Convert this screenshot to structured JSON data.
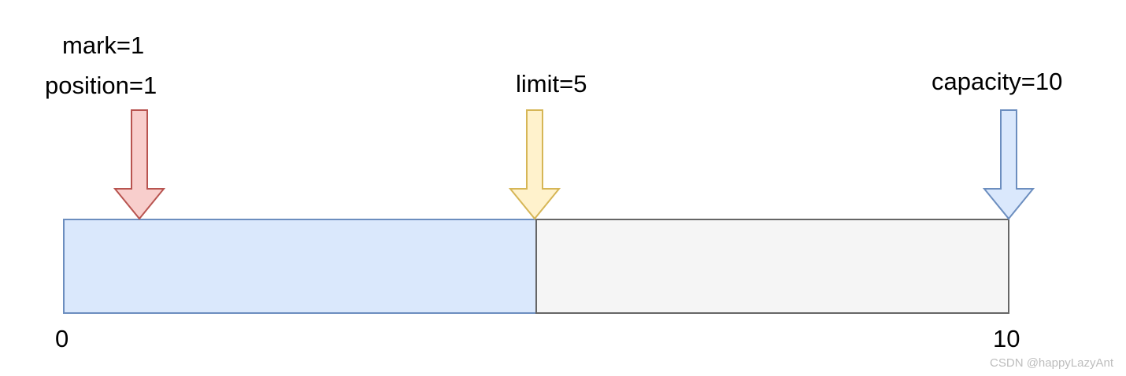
{
  "labels": {
    "mark": "mark=1",
    "position": "position=1",
    "limit": "limit=5",
    "capacity": "capacity=10",
    "start": "0",
    "end": "10"
  },
  "watermark": "CSDN @happyLazyAnt",
  "colors": {
    "filled_fill": "#dae8fc",
    "filled_stroke": "#6c8ebf",
    "empty_fill": "#f5f5f5",
    "empty_stroke": "#666666",
    "position_arrow_fill": "#f8cecc",
    "position_arrow_stroke": "#b85450",
    "limit_arrow_fill": "#fff2cc",
    "limit_arrow_stroke": "#d6b656",
    "capacity_arrow_fill": "#dae8fc",
    "capacity_arrow_stroke": "#6c8ebf"
  }
}
